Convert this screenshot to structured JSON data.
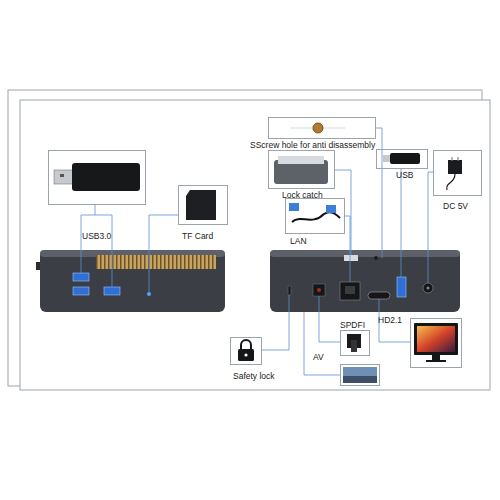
{
  "diagram": {
    "nodes": [
      {
        "text": [
          "SScrew hole for anti disassembly"
        ]
      },
      {
        "text": [
          "USB"
        ]
      },
      {
        "text": [
          "DC 5V"
        ]
      },
      {
        "text": [
          "USB3.0"
        ]
      },
      {
        "text": [
          "TF Card"
        ]
      },
      {
        "text": [
          "Lock catch"
        ]
      },
      {
        "text": [
          "LAN"
        ]
      },
      {
        "text": [
          "HD2.1"
        ]
      },
      {
        "text": [
          "SPDFI"
        ]
      },
      {
        "text": [
          "AV"
        ]
      },
      {
        "text": [
          "Safety lock"
        ]
      }
    ]
  }
}
